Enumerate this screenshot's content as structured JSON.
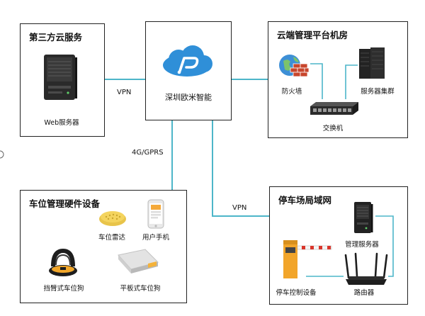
{
  "diagram": {
    "center": {
      "label": "深圳欧米智能"
    },
    "third_party": {
      "title": "第三方云服务",
      "items": {
        "web_server": "Web服务器"
      }
    },
    "cloud_room": {
      "title": "云端管理平台机房",
      "items": {
        "firewall": "防火墙",
        "server_cluster": "服务器集群",
        "switch": "交换机"
      }
    },
    "hardware": {
      "title": "车位管理硬件设备",
      "items": {
        "radar": "车位雷达",
        "phone": "用户手机",
        "arm_lock": "挡臂式车位狗",
        "flat_lock": "平板式车位狗"
      }
    },
    "parking_lan": {
      "title": "停车场局域网",
      "items": {
        "mgmt_server": "管理服务器",
        "controller": "停车控制设备",
        "router": "路由器"
      }
    },
    "connections": {
      "vpn_left": "VPN",
      "cellular": "4G/GPRS",
      "vpn_bottom": "VPN"
    }
  },
  "colors": {
    "line": "#4db6c9",
    "cloud": "#2f8fd8",
    "border": "#222222"
  }
}
